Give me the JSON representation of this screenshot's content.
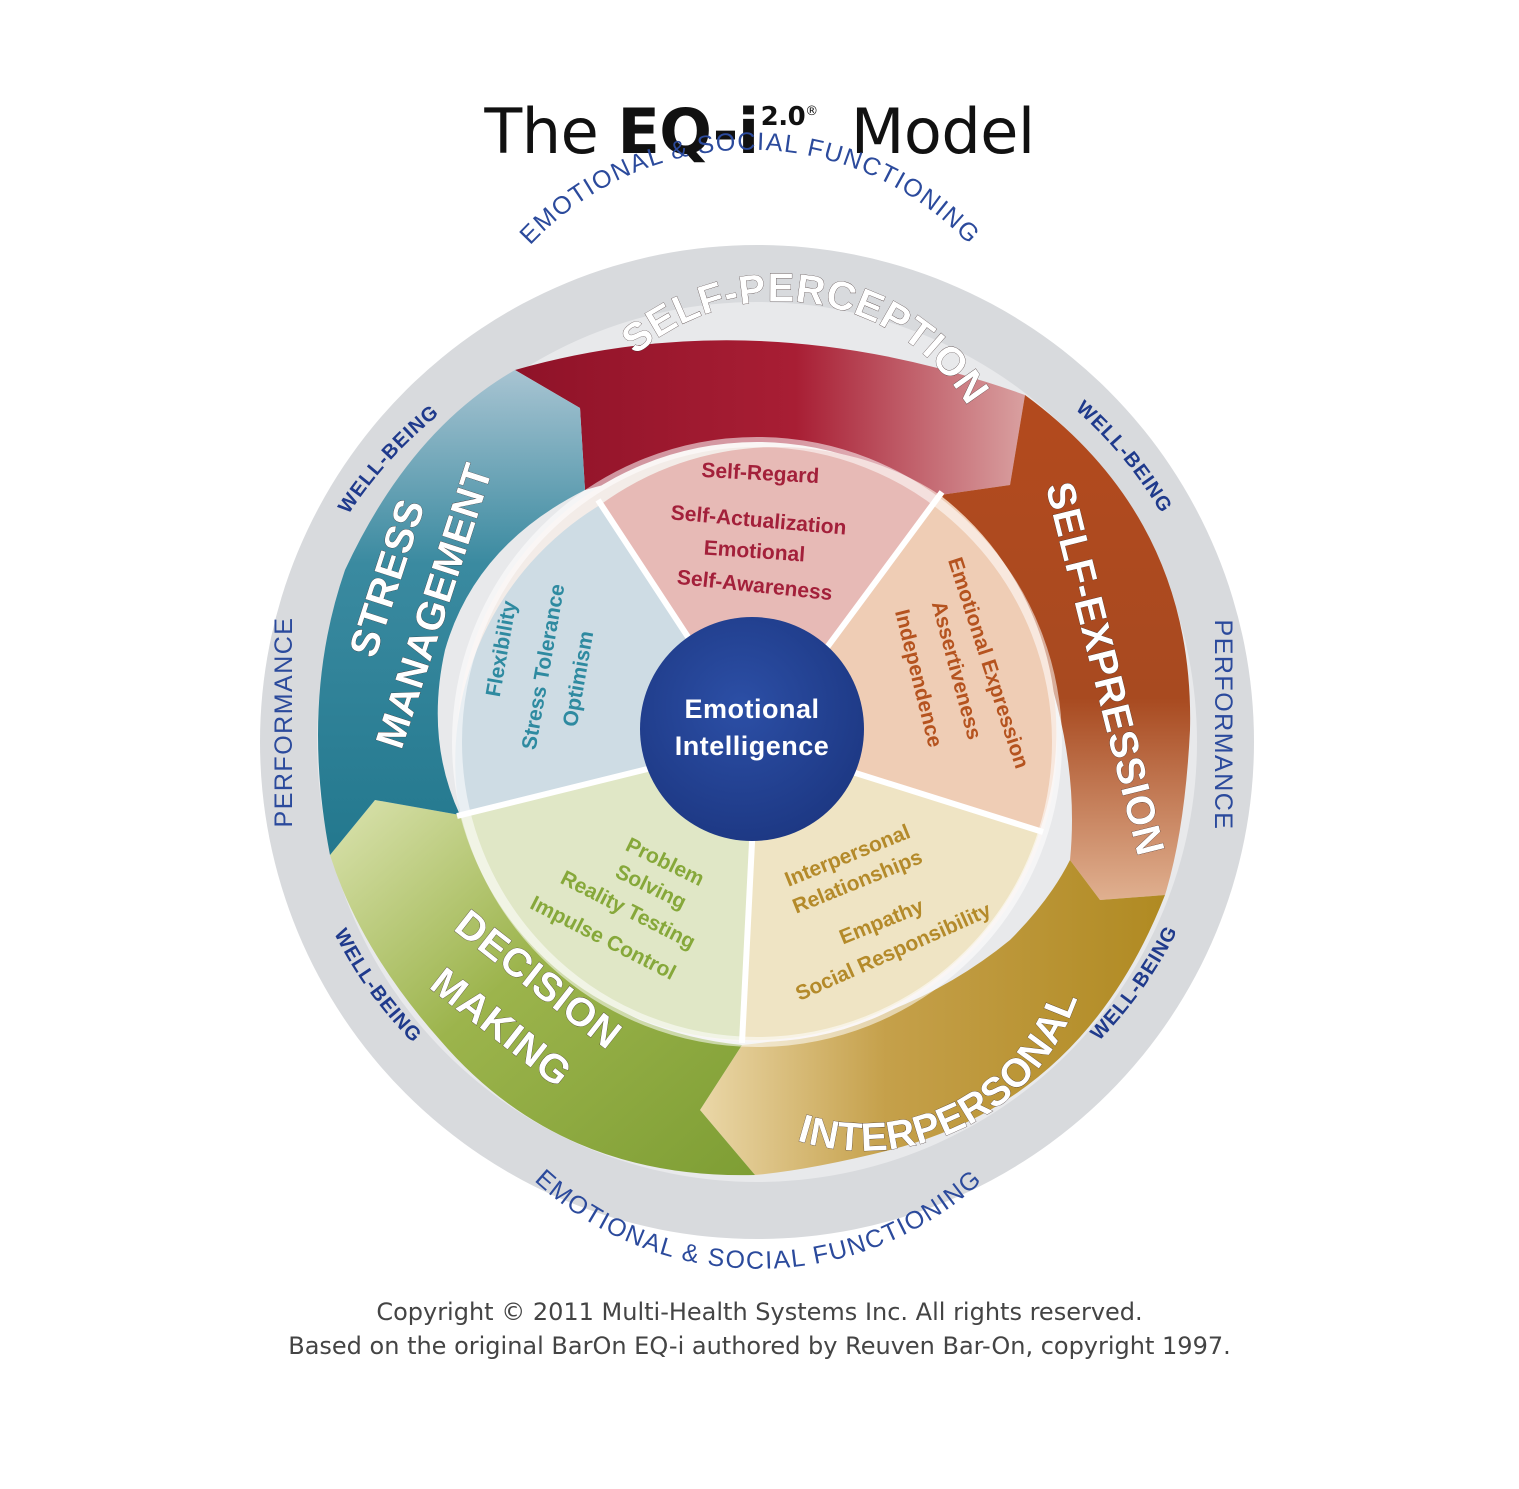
{
  "title": {
    "prefix": "The",
    "brand": "EQ-i",
    "version": "2.0",
    "registered": "®",
    "suffix": "Model"
  },
  "outer_ring": {
    "top": "EMOTIONAL & SOCIAL FUNCTIONING",
    "bottom": "EMOTIONAL & SOCIAL FUNCTIONING",
    "left": "PERFORMANCE",
    "right": "PERFORMANCE",
    "wellbeing_top_left": "WELL-BEING",
    "wellbeing_top_right": "WELL-BEING",
    "wellbeing_bottom_left": "WELL-BEING",
    "wellbeing_bottom_right": "WELL-BEING"
  },
  "center": {
    "line1": "Emotional",
    "line2": "Intelligence",
    "color": "#223f8f"
  },
  "composites": {
    "self_perception": {
      "title": "SELF-PERCEPTION",
      "color": "#a0182f",
      "subscales": [
        "Self-Regard",
        "Self-Actualization",
        "Emotional",
        "Self-Awareness"
      ]
    },
    "self_expression": {
      "title": "SELF-EXPRESSION",
      "color": "#b24a20",
      "subscales": [
        "Emotional Expression",
        "Assertiveness",
        "Independence"
      ]
    },
    "interpersonal": {
      "title": "INTERPERSONAL",
      "color": "#b8902a",
      "subscales": [
        "Interpersonal",
        "Relationships",
        "Empathy",
        "Social Responsibility"
      ]
    },
    "decision_making": {
      "title_line1": "DECISION",
      "title_line2": "MAKING",
      "color": "#8aa63c",
      "subscales": [
        "Problem",
        "Solving",
        "Reality Testing",
        "Impulse Control"
      ]
    },
    "stress_management": {
      "title_line1": "STRESS",
      "title_line2": "MANAGEMENT",
      "color": "#2a8397",
      "subscales": [
        "Flexibility",
        "Stress Tolerance",
        "Optimism"
      ]
    }
  },
  "copyright": {
    "line1": "Copyright © 2011 Multi-Health Systems Inc. All rights reserved.",
    "line2": "Based on the original BarOn EQ-i authored by Reuven Bar-On, copyright 1997."
  }
}
